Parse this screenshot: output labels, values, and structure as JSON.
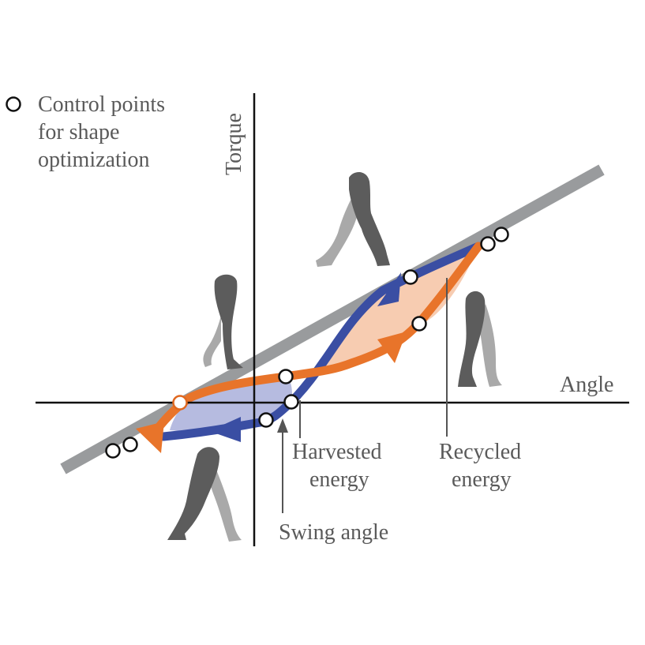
{
  "legend": {
    "icon": "open-circle-marker",
    "lines": [
      "Control points",
      "for shape",
      "optimization"
    ]
  },
  "axes": {
    "x_label": "Angle",
    "y_label": "Torque"
  },
  "annotations": {
    "harvested": [
      "Harvested",
      "energy"
    ],
    "recycled": [
      "Recycled",
      "energy"
    ],
    "swing": "Swing angle"
  },
  "icons": {
    "leg_pose_1": "leg-silhouette-icon",
    "leg_pose_2": "leg-silhouette-icon",
    "leg_pose_3": "leg-silhouette-icon",
    "leg_pose_4": "leg-silhouette-icon",
    "arrow": "flow-arrow-icon"
  },
  "colors": {
    "stiffness_line": "#999b9d",
    "loading_path": "#e8742a",
    "unloading_path": "#3a4ea3",
    "harvested_fill": "#b6bbe0",
    "recycled_fill": "#f7ccb1",
    "axis": "#111111",
    "text": "#5a5a5a",
    "leg_dark": "#5c5c5c",
    "leg_light": "#a9a9a9"
  }
}
